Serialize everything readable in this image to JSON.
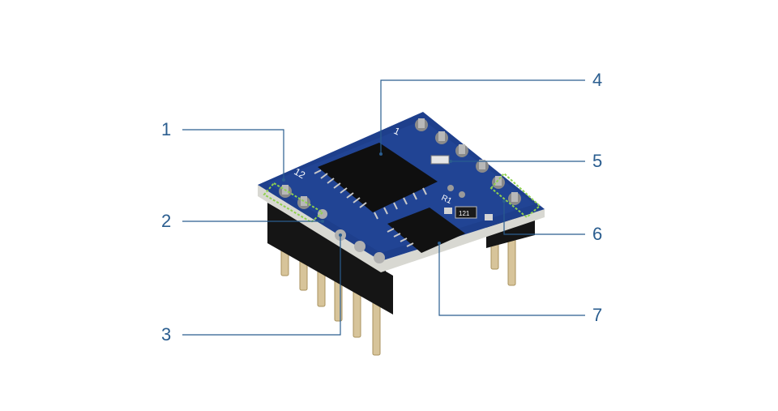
{
  "board": {
    "silk_marks": {
      "pin1": "1",
      "pin12": "12",
      "chip": "R1",
      "resistor": "121"
    },
    "colors": {
      "pcb": "#1e3f8c",
      "pcb_dark": "#142c66",
      "pcb_edge": "#d8d8d2",
      "header": "#151515",
      "pin": "#d7c49a",
      "chip": "#0f0f0f",
      "callout": "#2a5d8f",
      "highlight": "#8fd14f"
    }
  },
  "callouts": [
    {
      "number": "1"
    },
    {
      "number": "2"
    },
    {
      "number": "3"
    },
    {
      "number": "4"
    },
    {
      "number": "5"
    },
    {
      "number": "6"
    },
    {
      "number": "7"
    }
  ]
}
